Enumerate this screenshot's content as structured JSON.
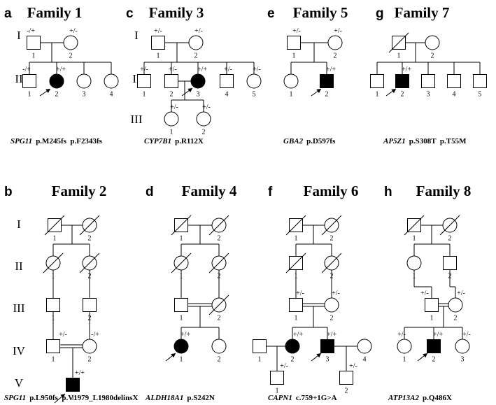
{
  "panels": [
    {
      "letter": "a",
      "title": "Family 1",
      "gene": "SPG11",
      "variants": "p.M245fs  p.F2343fs",
      "generations": [
        "I",
        "II"
      ],
      "individuals": [
        {
          "id": "1",
          "gen": "I",
          "sex": "male",
          "affected": false,
          "deceased": false,
          "genotype": "-/+"
        },
        {
          "id": "2",
          "gen": "I",
          "sex": "female",
          "affected": false,
          "deceased": false,
          "genotype": "+/-"
        },
        {
          "id": "1",
          "gen": "II",
          "sex": "male",
          "affected": false,
          "deceased": false,
          "genotype": "-/+"
        },
        {
          "id": "2",
          "gen": "II",
          "sex": "female",
          "affected": true,
          "deceased": false,
          "genotype": "+/+",
          "proband": true
        },
        {
          "id": "3",
          "gen": "II",
          "sex": "female",
          "affected": false,
          "deceased": false,
          "genotype": ""
        },
        {
          "id": "4",
          "gen": "II",
          "sex": "female",
          "affected": false,
          "deceased": false,
          "genotype": ""
        }
      ]
    },
    {
      "letter": "c",
      "title": "Family 3",
      "gene": "CYP7B1",
      "variants": "p.R112X",
      "generations": [
        "I",
        "II",
        "III"
      ],
      "individuals": [
        {
          "id": "1",
          "gen": "I",
          "sex": "male",
          "affected": false,
          "deceased": false,
          "genotype": "+/-"
        },
        {
          "id": "2",
          "gen": "I",
          "sex": "female",
          "affected": false,
          "deceased": false,
          "genotype": "+/-"
        },
        {
          "id": "1",
          "gen": "II",
          "sex": "male",
          "affected": false,
          "deceased": false,
          "genotype": "+/-"
        },
        {
          "id": "2",
          "gen": "II",
          "sex": "male",
          "affected": false,
          "deceased": false,
          "genotype": "+/-"
        },
        {
          "id": "3",
          "gen": "II",
          "sex": "female",
          "affected": true,
          "deceased": false,
          "genotype": "+/+",
          "proband": true
        },
        {
          "id": "4",
          "gen": "II",
          "sex": "male",
          "affected": false,
          "deceased": false,
          "genotype": "+/-"
        },
        {
          "id": "5",
          "gen": "II",
          "sex": "female",
          "affected": false,
          "deceased": false,
          "genotype": "+/-"
        },
        {
          "id": "1",
          "gen": "III",
          "sex": "female",
          "affected": false,
          "deceased": false,
          "genotype": "+/-"
        },
        {
          "id": "2",
          "gen": "III",
          "sex": "female",
          "affected": false,
          "deceased": false,
          "genotype": "+/-"
        }
      ]
    },
    {
      "letter": "e",
      "title": "Family 5",
      "gene": "GBA2",
      "variants": "p.D597fs",
      "generations": [
        "I",
        "II"
      ],
      "individuals": [
        {
          "id": "1",
          "gen": "I",
          "sex": "male",
          "affected": false,
          "deceased": false,
          "genotype": "+/-"
        },
        {
          "id": "2",
          "gen": "I",
          "sex": "female",
          "affected": false,
          "deceased": false,
          "genotype": "+/-"
        },
        {
          "id": "1",
          "gen": "II",
          "sex": "female",
          "affected": false,
          "deceased": false,
          "genotype": ""
        },
        {
          "id": "2",
          "gen": "II",
          "sex": "male",
          "affected": true,
          "deceased": false,
          "genotype": "+/+",
          "proband": true
        }
      ]
    },
    {
      "letter": "g",
      "title": "Family 7",
      "gene": "AP5Z1",
      "variants": "p.S308T  p.T55M",
      "generations": [
        "I",
        "II"
      ],
      "individuals": [
        {
          "id": "1",
          "gen": "I",
          "sex": "male",
          "affected": false,
          "deceased": true,
          "genotype": ""
        },
        {
          "id": "2",
          "gen": "I",
          "sex": "female",
          "affected": false,
          "deceased": false,
          "genotype": ""
        },
        {
          "id": "1",
          "gen": "II",
          "sex": "male",
          "affected": false,
          "deceased": false,
          "genotype": ""
        },
        {
          "id": "2",
          "gen": "II",
          "sex": "male",
          "affected": true,
          "deceased": false,
          "genotype": "+/+",
          "proband": true
        },
        {
          "id": "3",
          "gen": "II",
          "sex": "male",
          "affected": false,
          "deceased": false,
          "genotype": ""
        },
        {
          "id": "4",
          "gen": "II",
          "sex": "male",
          "affected": false,
          "deceased": false,
          "genotype": ""
        },
        {
          "id": "5",
          "gen": "II",
          "sex": "male",
          "affected": false,
          "deceased": false,
          "genotype": ""
        }
      ]
    },
    {
      "letter": "b",
      "title": "Family 2",
      "gene": "SPG11",
      "variants": "p.L950fs  p.V1979_L1980delinsX",
      "generations": [
        "I",
        "II",
        "III",
        "IV",
        "V"
      ],
      "individuals": [
        {
          "id": "1",
          "gen": "I",
          "sex": "male",
          "affected": false,
          "deceased": true,
          "genotype": ""
        },
        {
          "id": "2",
          "gen": "I",
          "sex": "female",
          "affected": false,
          "deceased": true,
          "genotype": ""
        },
        {
          "id": "1",
          "gen": "II",
          "sex": "female",
          "affected": false,
          "deceased": true,
          "genotype": ""
        },
        {
          "id": "2",
          "gen": "II",
          "sex": "female",
          "affected": false,
          "deceased": true,
          "genotype": ""
        },
        {
          "id": "1",
          "gen": "III",
          "sex": "male",
          "affected": false,
          "deceased": false,
          "genotype": ""
        },
        {
          "id": "2",
          "gen": "III",
          "sex": "male",
          "affected": false,
          "deceased": false,
          "genotype": ""
        },
        {
          "id": "1",
          "gen": "IV",
          "sex": "male",
          "affected": false,
          "deceased": false,
          "genotype": "+/-"
        },
        {
          "id": "2",
          "gen": "IV",
          "sex": "female",
          "affected": false,
          "deceased": false,
          "genotype": "-/+"
        },
        {
          "id": "1",
          "gen": "V",
          "sex": "male",
          "affected": true,
          "deceased": false,
          "genotype": "+/+",
          "proband": true
        }
      ]
    },
    {
      "letter": "d",
      "title": "Family 4",
      "gene": "ALDH18A1",
      "variants": "p.S242N",
      "generations": [
        "I",
        "II",
        "III",
        "IV"
      ],
      "individuals": [
        {
          "id": "1",
          "gen": "I",
          "sex": "male",
          "affected": false,
          "deceased": true,
          "genotype": ""
        },
        {
          "id": "2",
          "gen": "I",
          "sex": "female",
          "affected": false,
          "deceased": true,
          "genotype": ""
        },
        {
          "id": "1",
          "gen": "II",
          "sex": "female",
          "affected": false,
          "deceased": true,
          "genotype": ""
        },
        {
          "id": "2",
          "gen": "II",
          "sex": "female",
          "affected": false,
          "deceased": true,
          "genotype": ""
        },
        {
          "id": "1",
          "gen": "III",
          "sex": "male",
          "affected": false,
          "deceased": false,
          "genotype": ""
        },
        {
          "id": "2",
          "gen": "III",
          "sex": "female",
          "affected": false,
          "deceased": true,
          "genotype": ""
        },
        {
          "id": "1",
          "gen": "IV",
          "sex": "female",
          "affected": true,
          "deceased": false,
          "genotype": "+/+",
          "proband": true
        },
        {
          "id": "2",
          "gen": "IV",
          "sex": "female",
          "affected": false,
          "deceased": false,
          "genotype": ""
        }
      ]
    },
    {
      "letter": "f",
      "title": "Family 6",
      "gene": "CAPN1",
      "variants": "c.759+1G>A",
      "generations": [
        "I",
        "II",
        "III",
        "IV",
        "V"
      ],
      "individuals": [
        {
          "id": "1",
          "gen": "I",
          "sex": "male",
          "affected": false,
          "deceased": true,
          "genotype": ""
        },
        {
          "id": "2",
          "gen": "I",
          "sex": "female",
          "affected": false,
          "deceased": true,
          "genotype": ""
        },
        {
          "id": "1",
          "gen": "II",
          "sex": "male",
          "affected": false,
          "deceased": true,
          "genotype": ""
        },
        {
          "id": "2",
          "gen": "II",
          "sex": "female",
          "affected": false,
          "deceased": true,
          "genotype": ""
        },
        {
          "id": "1",
          "gen": "III",
          "sex": "male",
          "affected": false,
          "deceased": false,
          "genotype": "+/-"
        },
        {
          "id": "2",
          "gen": "III",
          "sex": "female",
          "affected": false,
          "deceased": false,
          "genotype": "+/-"
        },
        {
          "id": "1",
          "gen": "IV",
          "sex": "male",
          "affected": false,
          "deceased": false,
          "genotype": ""
        },
        {
          "id": "2",
          "gen": "IV",
          "sex": "female",
          "affected": true,
          "deceased": false,
          "genotype": "+/+"
        },
        {
          "id": "3",
          "gen": "IV",
          "sex": "male",
          "affected": true,
          "deceased": false,
          "genotype": "+/+",
          "proband": true
        },
        {
          "id": "4",
          "gen": "IV",
          "sex": "female",
          "affected": false,
          "deceased": false,
          "genotype": ""
        },
        {
          "id": "1",
          "gen": "V",
          "sex": "male",
          "affected": false,
          "deceased": false,
          "genotype": "+/-"
        },
        {
          "id": "2",
          "gen": "V",
          "sex": "male",
          "affected": false,
          "deceased": false,
          "genotype": "+/-"
        }
      ]
    },
    {
      "letter": "h",
      "title": "Family 8",
      "gene": "ATP13A2",
      "variants": "p.Q486X",
      "generations": [
        "I",
        "II",
        "III",
        "IV"
      ],
      "individuals": [
        {
          "id": "1",
          "gen": "I",
          "sex": "male",
          "affected": false,
          "deceased": true,
          "genotype": ""
        },
        {
          "id": "2",
          "gen": "I",
          "sex": "female",
          "affected": false,
          "deceased": true,
          "genotype": ""
        },
        {
          "id": "1",
          "gen": "II",
          "sex": "female",
          "affected": false,
          "deceased": false,
          "genotype": ""
        },
        {
          "id": "2",
          "gen": "II",
          "sex": "male",
          "affected": false,
          "deceased": false,
          "genotype": ""
        },
        {
          "id": "1",
          "gen": "III",
          "sex": "male",
          "affected": false,
          "deceased": false,
          "genotype": "+/-"
        },
        {
          "id": "2",
          "gen": "III",
          "sex": "female",
          "affected": false,
          "deceased": false,
          "genotype": "+/-"
        },
        {
          "id": "1",
          "gen": "IV",
          "sex": "female",
          "affected": false,
          "deceased": false,
          "genotype": "+/-"
        },
        {
          "id": "2",
          "gen": "IV",
          "sex": "male",
          "affected": true,
          "deceased": false,
          "genotype": "+/+",
          "proband": true
        },
        {
          "id": "3",
          "gen": "IV",
          "sex": "female",
          "affected": false,
          "deceased": false,
          "genotype": "+/-"
        }
      ]
    }
  ]
}
